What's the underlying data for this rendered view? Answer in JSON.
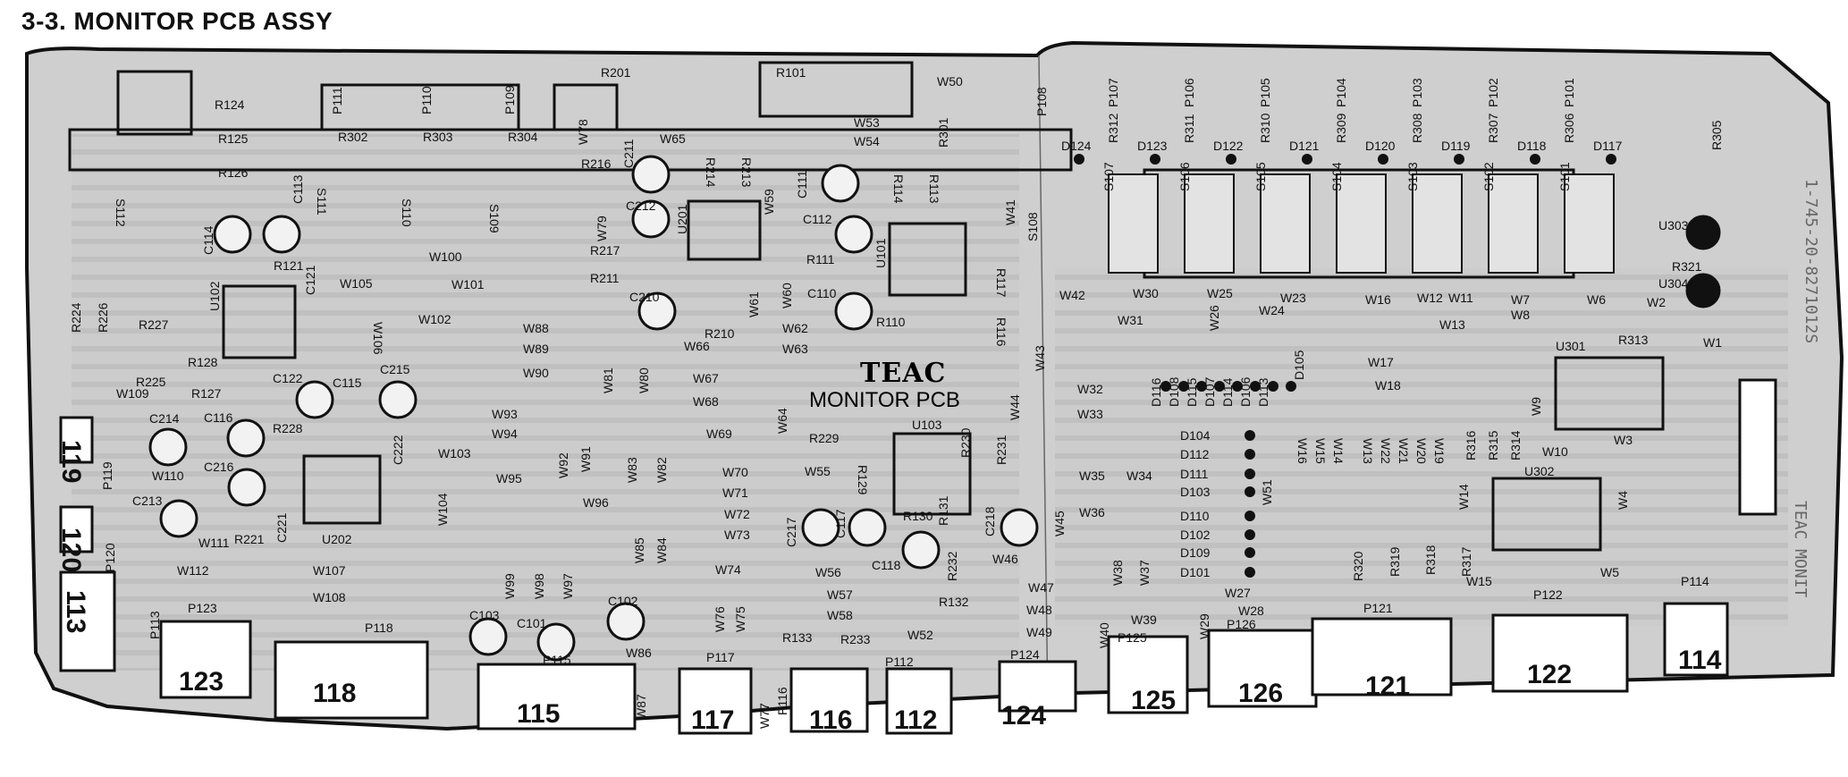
{
  "title": "3-3. MONITOR PCB ASSY",
  "board": {
    "brand": "TEAC",
    "name": "MONITOR PCB",
    "side_code": "1-745-20-8271012S",
    "side_text": "TEAC MONIT"
  },
  "connectors": [
    {
      "id": "c123",
      "label": "123"
    },
    {
      "id": "c118",
      "label": "118"
    },
    {
      "id": "c115",
      "label": "115"
    },
    {
      "id": "c117",
      "label": "117"
    },
    {
      "id": "c116",
      "label": "116"
    },
    {
      "id": "c112",
      "label": "112"
    },
    {
      "id": "c124",
      "label": "124"
    },
    {
      "id": "c125",
      "label": "125"
    },
    {
      "id": "c126",
      "label": "126"
    },
    {
      "id": "c121",
      "label": "121"
    },
    {
      "id": "c122",
      "label": "122"
    },
    {
      "id": "c114",
      "label": "114"
    },
    {
      "id": "c119",
      "label": "119"
    },
    {
      "id": "c120",
      "label": "120"
    },
    {
      "id": "c113",
      "label": "113"
    }
  ],
  "labels": [
    {
      "id": "l1",
      "text": "R124"
    },
    {
      "id": "l2",
      "text": "R125"
    },
    {
      "id": "l3",
      "text": "R126"
    },
    {
      "id": "l4",
      "text": "P111"
    },
    {
      "id": "l5",
      "text": "P110"
    },
    {
      "id": "l6",
      "text": "P109"
    },
    {
      "id": "l7",
      "text": "R302"
    },
    {
      "id": "l8",
      "text": "R303"
    },
    {
      "id": "l9",
      "text": "R304"
    },
    {
      "id": "l10",
      "text": "W78"
    },
    {
      "id": "l11",
      "text": "R201"
    },
    {
      "id": "l12",
      "text": "R101"
    },
    {
      "id": "l13",
      "text": "W50"
    },
    {
      "id": "l14",
      "text": "W53"
    },
    {
      "id": "l15",
      "text": "W54"
    },
    {
      "id": "l16",
      "text": "R301"
    },
    {
      "id": "l17",
      "text": "P108"
    },
    {
      "id": "l18",
      "text": "P107"
    },
    {
      "id": "l19",
      "text": "P106"
    },
    {
      "id": "l20",
      "text": "P105"
    },
    {
      "id": "l21",
      "text": "P104"
    },
    {
      "id": "l22",
      "text": "P103"
    },
    {
      "id": "l23",
      "text": "P102"
    },
    {
      "id": "l24",
      "text": "P101"
    },
    {
      "id": "l25",
      "text": "R305"
    },
    {
      "id": "l26",
      "text": "R312"
    },
    {
      "id": "l27",
      "text": "R311"
    },
    {
      "id": "l28",
      "text": "R310"
    },
    {
      "id": "l29",
      "text": "R309"
    },
    {
      "id": "l30",
      "text": "R308"
    },
    {
      "id": "l31",
      "text": "R307"
    },
    {
      "id": "l32",
      "text": "R306"
    },
    {
      "id": "l33",
      "text": "D124"
    },
    {
      "id": "l34",
      "text": "D123"
    },
    {
      "id": "l35",
      "text": "D122"
    },
    {
      "id": "l36",
      "text": "D121"
    },
    {
      "id": "l37",
      "text": "D120"
    },
    {
      "id": "l38",
      "text": "D119"
    },
    {
      "id": "l39",
      "text": "D118"
    },
    {
      "id": "l40",
      "text": "D117"
    },
    {
      "id": "l41",
      "text": "S112"
    },
    {
      "id": "l42",
      "text": "S111"
    },
    {
      "id": "l43",
      "text": "S110"
    },
    {
      "id": "l44",
      "text": "S109"
    },
    {
      "id": "l45",
      "text": "S108"
    },
    {
      "id": "l46",
      "text": "S107"
    },
    {
      "id": "l47",
      "text": "S106"
    },
    {
      "id": "l48",
      "text": "S105"
    },
    {
      "id": "l49",
      "text": "S104"
    },
    {
      "id": "l50",
      "text": "S103"
    },
    {
      "id": "l51",
      "text": "S102"
    },
    {
      "id": "l52",
      "text": "S101"
    },
    {
      "id": "l53",
      "text": "C114"
    },
    {
      "id": "l54",
      "text": "C113"
    },
    {
      "id": "l55",
      "text": "R121"
    },
    {
      "id": "l56",
      "text": "C211"
    },
    {
      "id": "l57",
      "text": "W65"
    },
    {
      "id": "l58",
      "text": "R214"
    },
    {
      "id": "l59",
      "text": "R213"
    },
    {
      "id": "l60",
      "text": "R216"
    },
    {
      "id": "l61",
      "text": "C212"
    },
    {
      "id": "l62",
      "text": "W79"
    },
    {
      "id": "l63",
      "text": "U201"
    },
    {
      "id": "l64",
      "text": "W59"
    },
    {
      "id": "l65",
      "text": "R217"
    },
    {
      "id": "l66",
      "text": "R211"
    },
    {
      "id": "l67",
      "text": "C210"
    },
    {
      "id": "l68",
      "text": "C111"
    },
    {
      "id": "l69",
      "text": "C112"
    },
    {
      "id": "l70",
      "text": "R114"
    },
    {
      "id": "l71",
      "text": "R113"
    },
    {
      "id": "l72",
      "text": "U101"
    },
    {
      "id": "l73",
      "text": "R111"
    },
    {
      "id": "l74",
      "text": "C110"
    },
    {
      "id": "l75",
      "text": "R110"
    },
    {
      "id": "l76",
      "text": "R117"
    },
    {
      "id": "l77",
      "text": "R116"
    },
    {
      "id": "l78",
      "text": "W41"
    },
    {
      "id": "l79",
      "text": "W43"
    },
    {
      "id": "l80",
      "text": "W42"
    },
    {
      "id": "l81",
      "text": "W30"
    },
    {
      "id": "l82",
      "text": "W31"
    },
    {
      "id": "l83",
      "text": "W25"
    },
    {
      "id": "l84",
      "text": "W26"
    },
    {
      "id": "l85",
      "text": "W24"
    },
    {
      "id": "l86",
      "text": "W23"
    },
    {
      "id": "l87",
      "text": "W16"
    },
    {
      "id": "l88",
      "text": "W12"
    },
    {
      "id": "l89",
      "text": "W11"
    },
    {
      "id": "l90",
      "text": "W13"
    },
    {
      "id": "l91",
      "text": "W7"
    },
    {
      "id": "l92",
      "text": "W8"
    },
    {
      "id": "l93",
      "text": "W6"
    },
    {
      "id": "l94",
      "text": "W2"
    },
    {
      "id": "l95",
      "text": "W1"
    },
    {
      "id": "l96",
      "text": "U303"
    },
    {
      "id": "l97",
      "text": "U304"
    },
    {
      "id": "l98",
      "text": "R321"
    },
    {
      "id": "l99",
      "text": "U301"
    },
    {
      "id": "l100",
      "text": "R313"
    },
    {
      "id": "l101",
      "text": "W105"
    },
    {
      "id": "l102",
      "text": "W100"
    },
    {
      "id": "l103",
      "text": "W101"
    },
    {
      "id": "l104",
      "text": "W102"
    },
    {
      "id": "l105",
      "text": "W106"
    },
    {
      "id": "l106",
      "text": "C121"
    },
    {
      "id": "l107",
      "text": "U102"
    },
    {
      "id": "l108",
      "text": "R224"
    },
    {
      "id": "l109",
      "text": "R226"
    },
    {
      "id": "l110",
      "text": "R227"
    },
    {
      "id": "l111",
      "text": "R128"
    },
    {
      "id": "l112",
      "text": "W88"
    },
    {
      "id": "l113",
      "text": "W89"
    },
    {
      "id": "l114",
      "text": "W90"
    },
    {
      "id": "l115",
      "text": "W81"
    },
    {
      "id": "l116",
      "text": "W80"
    },
    {
      "id": "l117",
      "text": "W61"
    },
    {
      "id": "l118",
      "text": "W60"
    },
    {
      "id": "l119",
      "text": "W62"
    },
    {
      "id": "l120",
      "text": "W63"
    },
    {
      "id": "l121",
      "text": "W66"
    },
    {
      "id": "l122",
      "text": "W67"
    },
    {
      "id": "l123",
      "text": "W68"
    },
    {
      "id": "l124",
      "text": "R210"
    },
    {
      "id": "l125",
      "text": "R225"
    },
    {
      "id": "l126",
      "text": "R127"
    },
    {
      "id": "l127",
      "text": "C122"
    },
    {
      "id": "l128",
      "text": "C115"
    },
    {
      "id": "l129",
      "text": "C215"
    },
    {
      "id": "l130",
      "text": "W109"
    },
    {
      "id": "l131",
      "text": "C214"
    },
    {
      "id": "l132",
      "text": "C116"
    },
    {
      "id": "l133",
      "text": "R228"
    },
    {
      "id": "l134",
      "text": "C222"
    },
    {
      "id": "l135",
      "text": "P119"
    },
    {
      "id": "l136",
      "text": "W110"
    },
    {
      "id": "l137",
      "text": "C216"
    },
    {
      "id": "l138",
      "text": "W93"
    },
    {
      "id": "l139",
      "text": "W94"
    },
    {
      "id": "l140",
      "text": "W103"
    },
    {
      "id": "l141",
      "text": "W95"
    },
    {
      "id": "l142",
      "text": "W104"
    },
    {
      "id": "l143",
      "text": "W92"
    },
    {
      "id": "l144",
      "text": "W91"
    },
    {
      "id": "l145",
      "text": "W83"
    },
    {
      "id": "l146",
      "text": "W82"
    },
    {
      "id": "l147",
      "text": "W96"
    },
    {
      "id": "l148",
      "text": "C213"
    },
    {
      "id": "l149",
      "text": "P120"
    },
    {
      "id": "l150",
      "text": "W111"
    },
    {
      "id": "l151",
      "text": "R221"
    },
    {
      "id": "l152",
      "text": "C221"
    },
    {
      "id": "l153",
      "text": "U202"
    },
    {
      "id": "l154",
      "text": "W64"
    },
    {
      "id": "l155",
      "text": "W69"
    },
    {
      "id": "l156",
      "text": "W70"
    },
    {
      "id": "l157",
      "text": "W71"
    },
    {
      "id": "l158",
      "text": "W72"
    },
    {
      "id": "l159",
      "text": "W73"
    },
    {
      "id": "l160",
      "text": "W74"
    },
    {
      "id": "l161",
      "text": "U103"
    },
    {
      "id": "l162",
      "text": "R229"
    },
    {
      "id": "l163",
      "text": "W55"
    },
    {
      "id": "l164",
      "text": "R129"
    },
    {
      "id": "l165",
      "text": "R130"
    },
    {
      "id": "l166",
      "text": "C217"
    },
    {
      "id": "l167",
      "text": "C117"
    },
    {
      "id": "l168",
      "text": "C118"
    },
    {
      "id": "l169",
      "text": "R131"
    },
    {
      "id": "l170",
      "text": "R230"
    },
    {
      "id": "l171",
      "text": "R231"
    },
    {
      "id": "l172",
      "text": "C218"
    },
    {
      "id": "l173",
      "text": "W46"
    },
    {
      "id": "l174",
      "text": "W45"
    },
    {
      "id": "l175",
      "text": "W44"
    },
    {
      "id": "l176",
      "text": "W32"
    },
    {
      "id": "l177",
      "text": "W33"
    },
    {
      "id": "l178",
      "text": "W35"
    },
    {
      "id": "l179",
      "text": "W34"
    },
    {
      "id": "l180",
      "text": "W36"
    },
    {
      "id": "l181",
      "text": "D116"
    },
    {
      "id": "l182",
      "text": "D108"
    },
    {
      "id": "l183",
      "text": "D115"
    },
    {
      "id": "l184",
      "text": "D107"
    },
    {
      "id": "l185",
      "text": "D114"
    },
    {
      "id": "l186",
      "text": "D106"
    },
    {
      "id": "l187",
      "text": "D113"
    },
    {
      "id": "l188",
      "text": "D105"
    },
    {
      "id": "l189",
      "text": "D104"
    },
    {
      "id": "l190",
      "text": "D112"
    },
    {
      "id": "l191",
      "text": "D111"
    },
    {
      "id": "l192",
      "text": "D103"
    },
    {
      "id": "l193",
      "text": "D110"
    },
    {
      "id": "l194",
      "text": "D102"
    },
    {
      "id": "l195",
      "text": "D109"
    },
    {
      "id": "l196",
      "text": "D101"
    },
    {
      "id": "l197",
      "text": "W51"
    },
    {
      "id": "l198",
      "text": "W17"
    },
    {
      "id": "l199",
      "text": "W18"
    },
    {
      "id": "l200",
      "text": "W16"
    },
    {
      "id": "l201",
      "text": "W15"
    },
    {
      "id": "l202",
      "text": "W14"
    },
    {
      "id": "l203",
      "text": "W13"
    },
    {
      "id": "l204",
      "text": "W22"
    },
    {
      "id": "l205",
      "text": "W21"
    },
    {
      "id": "l206",
      "text": "W20"
    },
    {
      "id": "l207",
      "text": "W19"
    },
    {
      "id": "l208",
      "text": "R316"
    },
    {
      "id": "l209",
      "text": "R315"
    },
    {
      "id": "l210",
      "text": "R314"
    },
    {
      "id": "l211",
      "text": "W9"
    },
    {
      "id": "l212",
      "text": "W10"
    },
    {
      "id": "l213",
      "text": "W3"
    },
    {
      "id": "l214",
      "text": "U302"
    },
    {
      "id": "l215",
      "text": "W4"
    },
    {
      "id": "l216",
      "text": "W14"
    },
    {
      "id": "l217",
      "text": "R320"
    },
    {
      "id": "l218",
      "text": "R319"
    },
    {
      "id": "l219",
      "text": "R318"
    },
    {
      "id": "l220",
      "text": "R317"
    },
    {
      "id": "l221",
      "text": "W15"
    },
    {
      "id": "l222",
      "text": "W5"
    },
    {
      "id": "l223",
      "text": "P114"
    },
    {
      "id": "l224",
      "text": "W112"
    },
    {
      "id": "l225",
      "text": "W107"
    },
    {
      "id": "l226",
      "text": "W108"
    },
    {
      "id": "l227",
      "text": "P113"
    },
    {
      "id": "l228",
      "text": "P123"
    },
    {
      "id": "l229",
      "text": "P118"
    },
    {
      "id": "l230",
      "text": "W99"
    },
    {
      "id": "l231",
      "text": "W98"
    },
    {
      "id": "l232",
      "text": "W97"
    },
    {
      "id": "l233",
      "text": "C103"
    },
    {
      "id": "l234",
      "text": "C101"
    },
    {
      "id": "l235",
      "text": "C102"
    },
    {
      "id": "l236",
      "text": "W86"
    },
    {
      "id": "l237",
      "text": "P115"
    },
    {
      "id": "l238",
      "text": "W85"
    },
    {
      "id": "l239",
      "text": "W84"
    },
    {
      "id": "l240",
      "text": "W76"
    },
    {
      "id": "l241",
      "text": "W75"
    },
    {
      "id": "l242",
      "text": "P117"
    },
    {
      "id": "l243",
      "text": "W87"
    },
    {
      "id": "l244",
      "text": "W77"
    },
    {
      "id": "l245",
      "text": "P116"
    },
    {
      "id": "l246",
      "text": "R133"
    },
    {
      "id": "l247",
      "text": "W56"
    },
    {
      "id": "l248",
      "text": "W57"
    },
    {
      "id": "l249",
      "text": "W58"
    },
    {
      "id": "l250",
      "text": "R233"
    },
    {
      "id": "l251",
      "text": "R132"
    },
    {
      "id": "l252",
      "text": "R232"
    },
    {
      "id": "l253",
      "text": "W52"
    },
    {
      "id": "l254",
      "text": "P112"
    },
    {
      "id": "l255",
      "text": "W47"
    },
    {
      "id": "l256",
      "text": "W48"
    },
    {
      "id": "l257",
      "text": "W49"
    },
    {
      "id": "l258",
      "text": "P124"
    },
    {
      "id": "l259",
      "text": "W40"
    },
    {
      "id": "l260",
      "text": "W38"
    },
    {
      "id": "l261",
      "text": "W37"
    },
    {
      "id": "l262",
      "text": "W39"
    },
    {
      "id": "l263",
      "text": "P125"
    },
    {
      "id": "l264",
      "text": "W29"
    },
    {
      "id": "l265",
      "text": "W27"
    },
    {
      "id": "l266",
      "text": "W28"
    },
    {
      "id": "l267",
      "text": "P126"
    },
    {
      "id": "l268",
      "text": "P121"
    },
    {
      "id": "l269",
      "text": "P122"
    }
  ]
}
